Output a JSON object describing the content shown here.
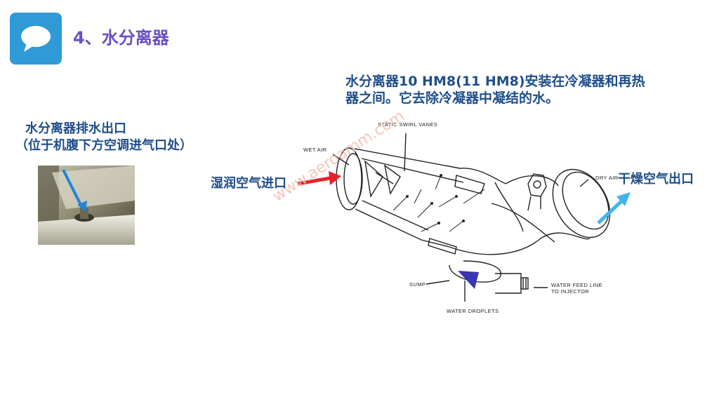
{
  "header": {
    "icon": "speech-bubble-icon",
    "title": "4、水分离器"
  },
  "description": {
    "line1": "水分离器10 HM8(11 HM8)安装在冷凝器和再热",
    "line2": "器之间。它去除冷凝器中凝结的水。"
  },
  "photo_caption": {
    "line1": "水分离器排水出口",
    "line2": "（位于机腹下方空调进气口处）"
  },
  "diagram": {
    "labels": {
      "wet_air": "WET AIR",
      "static_swirl_vanes": "STATIC SWIRL VANES",
      "dry_air": "DRY AIR",
      "sump": "SUMP",
      "water_droplets": "WATER DROPLETS",
      "water_feed_line_1": "WATER FEED LINE",
      "water_feed_line_2": "TO INJECTOR"
    },
    "callouts": {
      "inlet": "湿润空气进口",
      "outlet": "干燥空气出口"
    },
    "watermark": "www.aeroamm.com"
  },
  "colors": {
    "title": "#6a4fc4",
    "text": "#1f4e8a",
    "icon_bg": "#2f9ad6",
    "inlet_arrow": "#e3242b",
    "outlet_arrow": "#3fb4ec",
    "drain_arrow": "#3a35b0"
  }
}
